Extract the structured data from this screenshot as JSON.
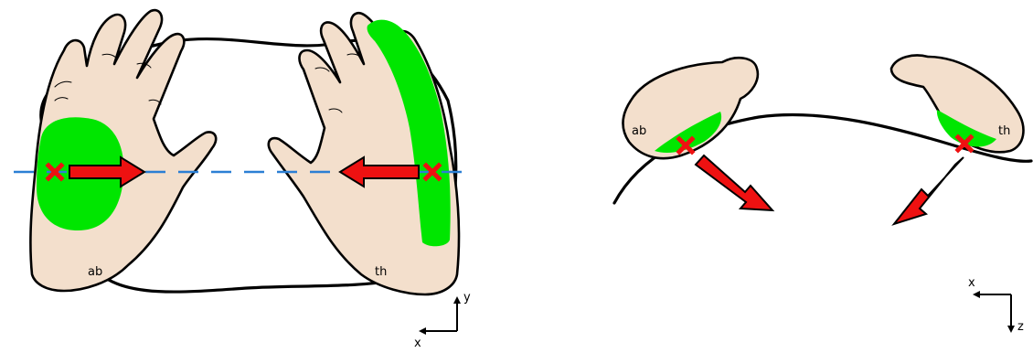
{
  "colors": {
    "skin": "#f3dfcc",
    "contact_region": "#00e600",
    "force_arrow": "#ee1111",
    "contact_point": "#ee1111",
    "reference_line": "#2b7fd4",
    "outline": "#000000"
  },
  "front_view": {
    "left_hand_label": "ab",
    "right_hand_label": "th",
    "axes": {
      "vertical": "y",
      "horizontal": "x"
    }
  },
  "side_view": {
    "left_hand_label": "ab",
    "right_hand_label": "th",
    "axes": {
      "horizontal": "x",
      "vertical": "z"
    }
  }
}
